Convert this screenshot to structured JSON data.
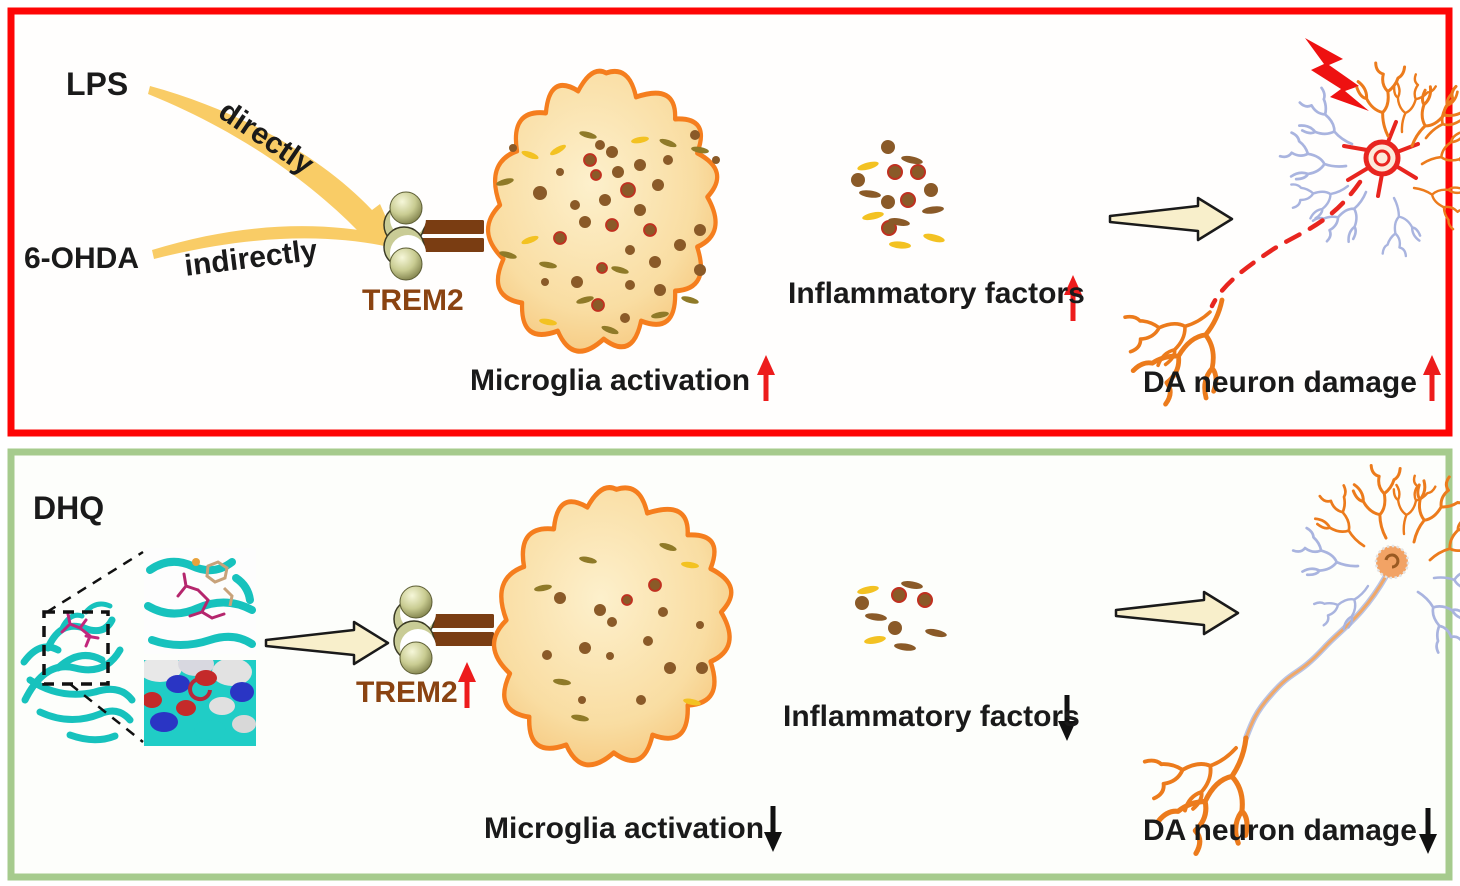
{
  "figure": {
    "type": "mechanism-diagram",
    "top_panel": {
      "theme_border": "#fe0505",
      "lps_label": "LPS",
      "directly_label": "directly",
      "ohda_label": "6-OHDA",
      "indirectly_label": "indirectly",
      "trem2_label": "TREM2",
      "microglia_label": "Microglia activation",
      "microglia_trend": "up",
      "inflammatory_label": "Inflammatory factors",
      "inflammatory_trend": "up",
      "da_label": "DA neuron damage",
      "da_trend": "up"
    },
    "bottom_panel": {
      "theme_border": "#a6cb8d",
      "dhq_label": "DHQ",
      "trem2_label": "TREM2",
      "trem2_trend": "up",
      "microglia_label": "Microglia activation",
      "microglia_trend": "down",
      "inflammatory_label": "Inflammatory factors",
      "inflammatory_trend": "down",
      "da_label": "DA neuron damage",
      "da_trend": "down"
    },
    "colors": {
      "up_arrow": "#ed1c1c",
      "down_arrow": "#111111",
      "trem2_text": "#8a4311",
      "cell_border": "#f57e1e",
      "golden_arrow": "#f9cc66",
      "block_arrow_fill": "#f8efcb",
      "protein_ribbon": "#17c2bd"
    }
  }
}
